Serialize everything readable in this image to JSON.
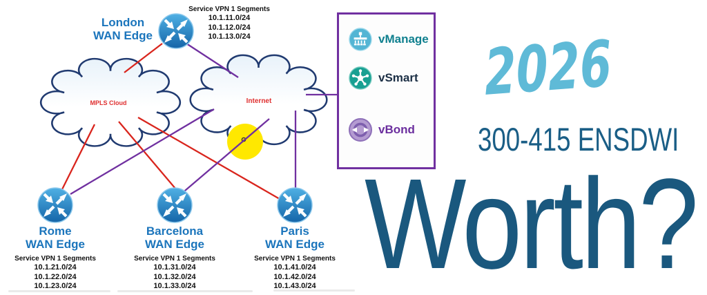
{
  "sites": {
    "london": {
      "city": "London",
      "role": "WAN Edge",
      "vpn_title": "Service VPN 1 Segments",
      "segments": [
        "10.1.11.0/24",
        "10.1.12.0/24",
        "10.1.13.0/24"
      ]
    },
    "rome": {
      "city": "Rome",
      "role": "WAN Edge",
      "vpn_title": "Service VPN 1 Segments",
      "segments": [
        "10.1.21.0/24",
        "10.1.22.0/24",
        "10.1.23.0/24"
      ]
    },
    "barcelona": {
      "city": "Barcelona",
      "role": "WAN Edge",
      "vpn_title": "Service VPN 1 Segments",
      "segments": [
        "10.1.31.0/24",
        "10.1.32.0/24",
        "10.1.33.0/24"
      ]
    },
    "paris": {
      "city": "Paris",
      "role": "WAN Edge",
      "vpn_title": "Service VPN 1 Segments",
      "segments": [
        "10.1.41.0/24",
        "10.1.42.0/24",
        "10.1.43.0/24"
      ]
    }
  },
  "clouds": {
    "mpls": {
      "label": "MPLS Cloud"
    },
    "internet": {
      "label": "Internet"
    }
  },
  "controllers": [
    {
      "name": "vManage",
      "icon": "vmanage-icon",
      "label_color": "#10808F",
      "icon_color": "#53B5D4"
    },
    {
      "name": "vSmart",
      "icon": "vsmart-icon",
      "label_color": "#1C2F45",
      "icon_color": "#18A092"
    },
    {
      "name": "vBond",
      "icon": "vbond-icon",
      "label_color": "#6B2E9E",
      "icon_color": "#B49BCF"
    }
  ],
  "overlay": {
    "year": "2026",
    "exam_code": "300-415 ENSDWI",
    "headline": "Worth?"
  },
  "colors": {
    "mpls_link": "#D9251D",
    "internet_link": "#7030A0",
    "site_label": "#1B75BC",
    "cloud_outline": "#203A70",
    "cloud_label": "#E03030",
    "panel_border": "#7030A0",
    "router_blue": "#1B74B8",
    "highlight_circle": "#FFE800",
    "year_text": "#5FBAD7",
    "exam_text": "#1A5E86",
    "headline_text": "#1A587E"
  }
}
